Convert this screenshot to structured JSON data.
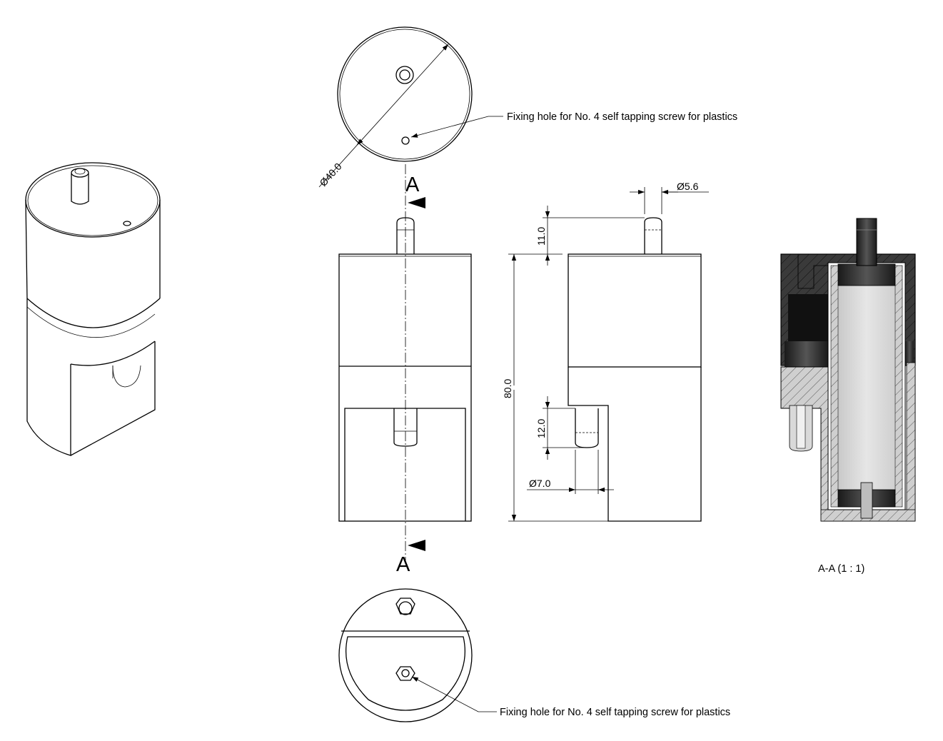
{
  "annotations": {
    "note_top": "Fixing hole for No. 4 self tapping screw for plastics",
    "note_bottom": "Fixing hole for No. 4 self tapping screw for plastics"
  },
  "dimensions": {
    "dia_outer": "Ø40.0",
    "dia_spigot": "Ø5.6",
    "spigot_length": "11.0",
    "overall_height": "80.0",
    "nozzle_length": "12.0",
    "dia_nozzle": "Ø7.0"
  },
  "section": {
    "marker_top": "A",
    "marker_bottom": "A",
    "caption": "A-A  (1 : 1)"
  }
}
